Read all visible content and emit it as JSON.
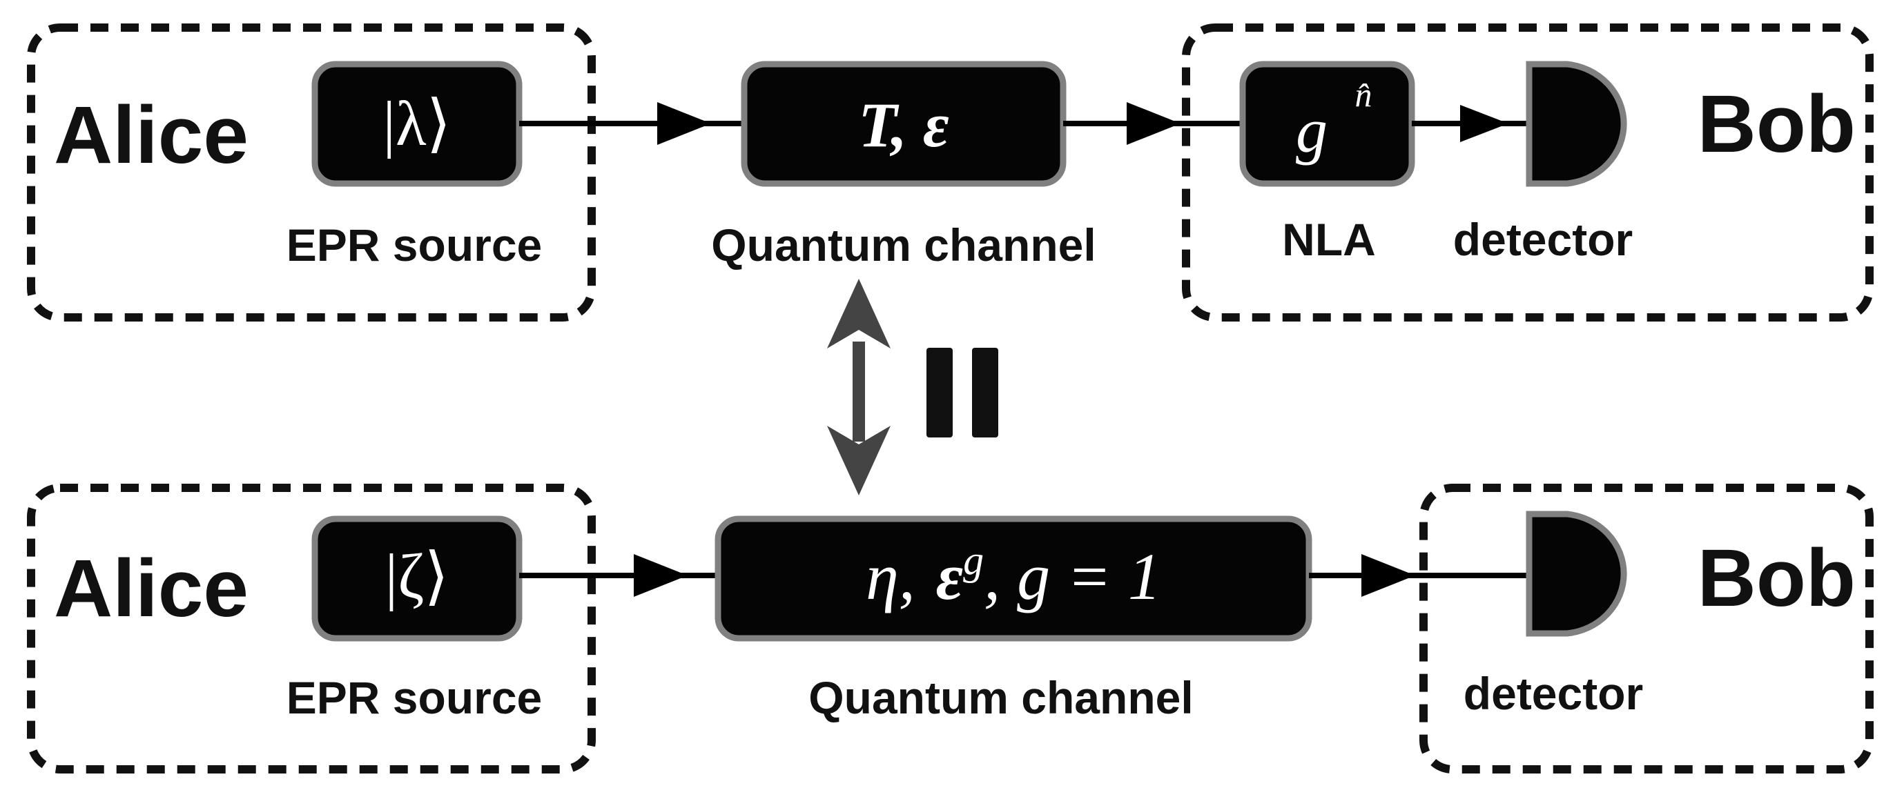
{
  "top": {
    "alice": "Alice",
    "source_state": "|λ⟩",
    "source_caption": "EPR source",
    "channel_params": "T, ε",
    "channel_caption": "Quantum channel",
    "nla_symbol": "g",
    "nla_exponent": "n̂",
    "nla_caption": "NLA",
    "detector_caption": "detector",
    "bob": "Bob"
  },
  "bottom": {
    "alice": "Alice",
    "source_state": "|ζ⟩",
    "source_caption": "EPR source",
    "channel_eta": "η,",
    "channel_eps": "ε",
    "channel_eps_sup": "g",
    "channel_g_eq": ", g = 1",
    "channel_caption": "Quantum channel",
    "detector_caption": "detector",
    "bob": "Bob"
  },
  "colors": {
    "block_fill": "#050505",
    "block_border": "#808080",
    "equivalence_arrow": "#444444"
  }
}
